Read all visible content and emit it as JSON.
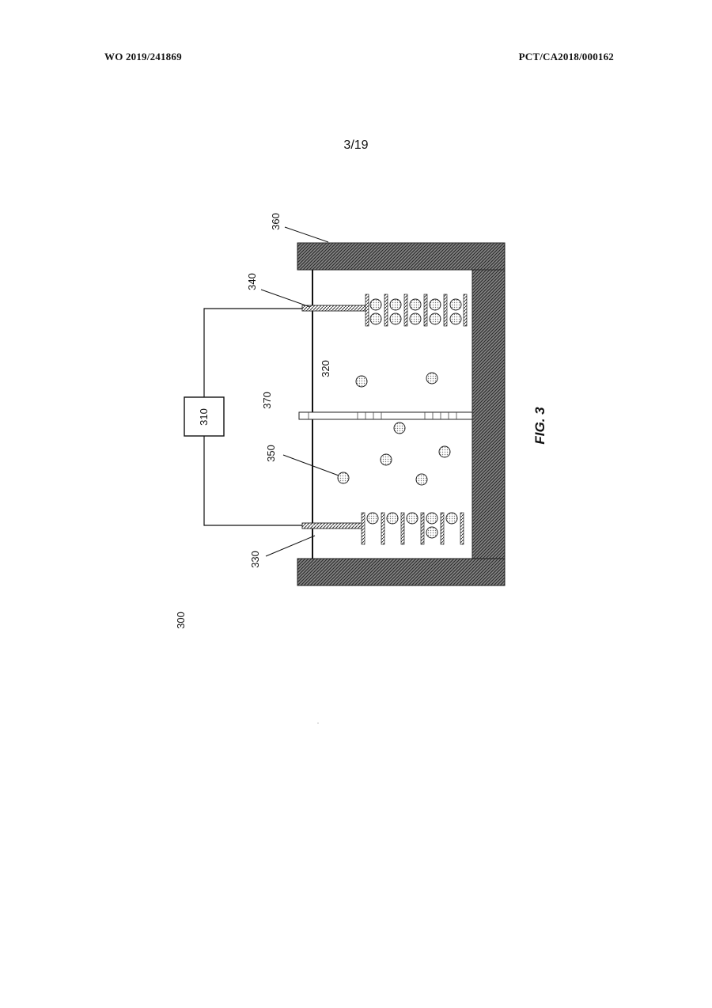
{
  "header": {
    "publication_number": "WO 2019/241869",
    "application_number": "PCT/CA2018/000162"
  },
  "sheet_number": "3/19",
  "figure": {
    "caption": "FIG. 3",
    "labels": {
      "device": "300",
      "power_source": "310",
      "electrolyte": "320",
      "electrode_330": "330",
      "electrode_340": "340",
      "ion": "350",
      "housing": "360",
      "separator": "370"
    }
  }
}
